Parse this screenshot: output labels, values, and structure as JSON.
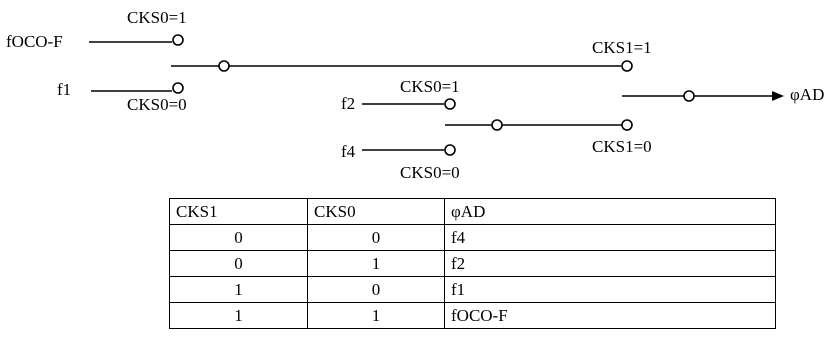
{
  "diagram": {
    "inputs": {
      "foco_f": "fOCO-F",
      "f1": "f1",
      "f2": "f2",
      "f4": "f4"
    },
    "switch_labels": {
      "cks0_upper_top": "CKS0=1",
      "cks0_upper_bottom": "CKS0=0",
      "cks0_lower_top": "CKS0=1",
      "cks0_lower_bottom": "CKS0=0",
      "cks1_top": "CKS1=1",
      "cks1_bottom": "CKS1=0"
    },
    "output": "φAD"
  },
  "table": {
    "headers": [
      "CKS1",
      "CKS0",
      "φAD"
    ],
    "rows": [
      [
        "0",
        "0",
        "f4"
      ],
      [
        "0",
        "1",
        "f2"
      ],
      [
        "1",
        "0",
        "f1"
      ],
      [
        "1",
        "1",
        "fOCO-F"
      ]
    ]
  }
}
